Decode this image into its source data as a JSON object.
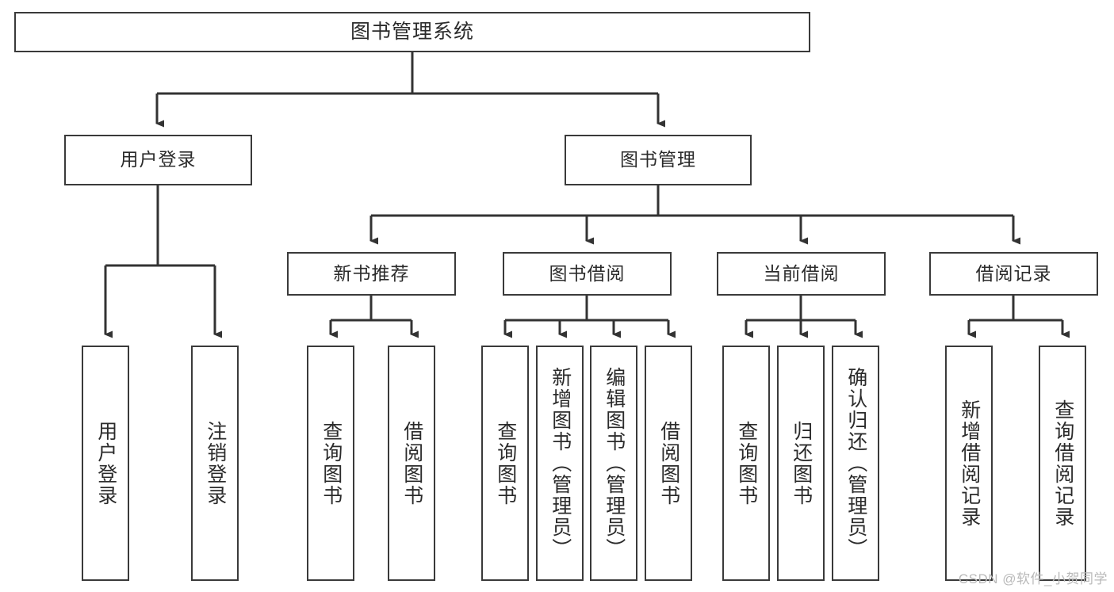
{
  "diagram": {
    "title": "图书管理系统",
    "style": {
      "box_border": "#3a3a3a",
      "box_fill": "#ffffff",
      "text": "#2b2b2b",
      "line": "#333333",
      "background": "#ffffff"
    },
    "root": {
      "label": "图书管理系统"
    },
    "level1": [
      {
        "label": "用户登录"
      },
      {
        "label": "图书管理"
      }
    ],
    "level2": [
      {
        "label": "新书推荐"
      },
      {
        "label": "图书借阅"
      },
      {
        "label": "当前借阅"
      },
      {
        "label": "借阅记录"
      }
    ],
    "leaves": {
      "user_login": [
        {
          "label": "用户登录"
        },
        {
          "label": "注销登录"
        }
      ],
      "new_book": [
        {
          "label": "查询图书"
        },
        {
          "label": "借阅图书"
        }
      ],
      "book_borrow": [
        {
          "label": "查询图书"
        },
        {
          "label": "新增图书（管理员）"
        },
        {
          "label": "编辑图书（管理员）"
        },
        {
          "label": "借阅图书"
        }
      ],
      "current_borrow": [
        {
          "label": "查询图书"
        },
        {
          "label": "归还图书"
        },
        {
          "label": "确认归还（管理员）"
        }
      ],
      "borrow_record": [
        {
          "label": "新增借阅记录"
        },
        {
          "label": "查询借阅记录"
        }
      ]
    }
  },
  "watermark": {
    "text": "CSDN @软件_小贺同学"
  }
}
